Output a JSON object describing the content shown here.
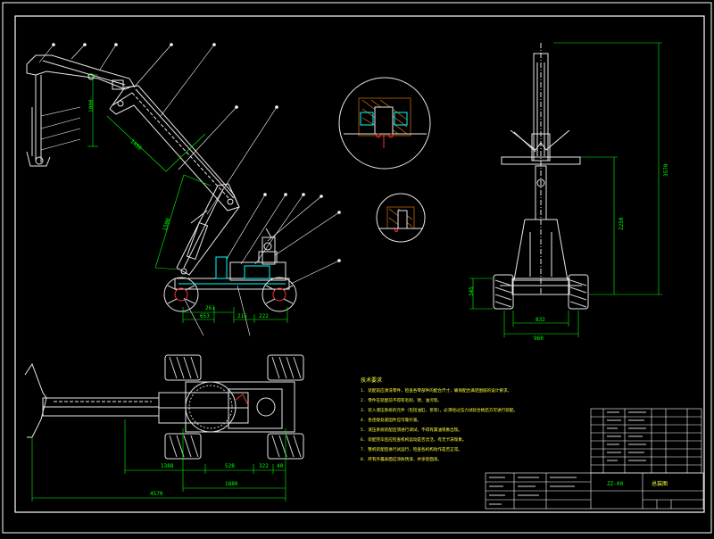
{
  "colors": {
    "background": "#000000",
    "frame": "#ffffff",
    "outline": "#e8e8e8",
    "dimension": "#00ff00",
    "leader": "#ffffff",
    "hydraulic": "#00ffff",
    "accent_red": "#ff3030",
    "accent_yellow": "#ffff40",
    "hatch_orange": "#ff8800"
  },
  "dimensions": {
    "side_arm_upper": "1000",
    "side_boom_1": "1450",
    "side_boom_2": "1500",
    "side_base_1": "653",
    "side_base_2": "261",
    "side_base_3": "215",
    "side_base_4": "222",
    "front_total_height": "3570",
    "front_body_height": "2250",
    "front_wheel_width": "345",
    "front_track_inner": "832",
    "front_track_outer": "960",
    "plan_1": "1388",
    "plan_2": "528",
    "plan_3": "322",
    "plan_4": "40",
    "plan_5": "1880",
    "plan_6": "4570"
  },
  "notes": {
    "heading": "技术要求",
    "lines": [
      "1. 装配前应清洗零件，检查各零部件的配合尺寸，确保配合满足图纸的设计要求。",
      "2. 零件在装配前不得有毛刺、锈、油污等。",
      "3. 装入液压系统的元件（包括油缸、泵等），必须经过压力试验合格后方可进行装配。",
      "4. 各连接处紧固件应可靠拧紧。",
      "5. 液压系统装配后须进行调试，不得有漏油现象出现。",
      "6. 装配完毕后应检查机构运动是否灵活，有无卡滞现象。",
      "7. 整机装配后进行试运行，检查各机构动作是否正常。",
      "8. 所有外露表面应涂防锈漆，并涂装面漆。"
    ]
  },
  "title_block": {
    "drawing_name": "总装图",
    "drawing_code": "ZZ-00"
  }
}
